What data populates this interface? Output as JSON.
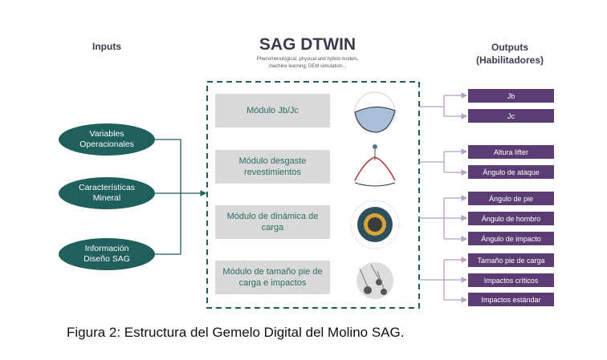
{
  "inputs_label": "Inputs",
  "title": "SAG DTWIN",
  "subtitle": "Phenomenological, physical and hybrid models, machine learning, DEM simulation...",
  "outputs_label": [
    "Outputs",
    "(Habilitadores)"
  ],
  "inputs": [
    [
      "Variables",
      "Operacionales"
    ],
    [
      "Características",
      "Mineral"
    ],
    [
      "Información",
      "Diseño SAG"
    ]
  ],
  "modules": [
    "Módulo Jb/Jc",
    "Módulo desgaste revestimientos",
    "Módulo de dinámica de carga",
    "Módulo de tamaño pie de carga e impactos"
  ],
  "outputs": [
    "Jb",
    "Jc",
    "Altura lifter",
    "Ángulo de ataque",
    "Ángulo de pie",
    "Ángulo de hombro",
    "Ángulo de impacto",
    "Tamaño pie de carga",
    "Impactos críticos",
    "Impactos estándar"
  ],
  "caption": "Figura 2: Estructura del Gemelo Digital del Molino SAG.",
  "colors": {
    "teal": "#1f5f5c",
    "purple": "#5b3d74",
    "connector": "#b49fc6",
    "module_bg": "#d9d9d9"
  }
}
